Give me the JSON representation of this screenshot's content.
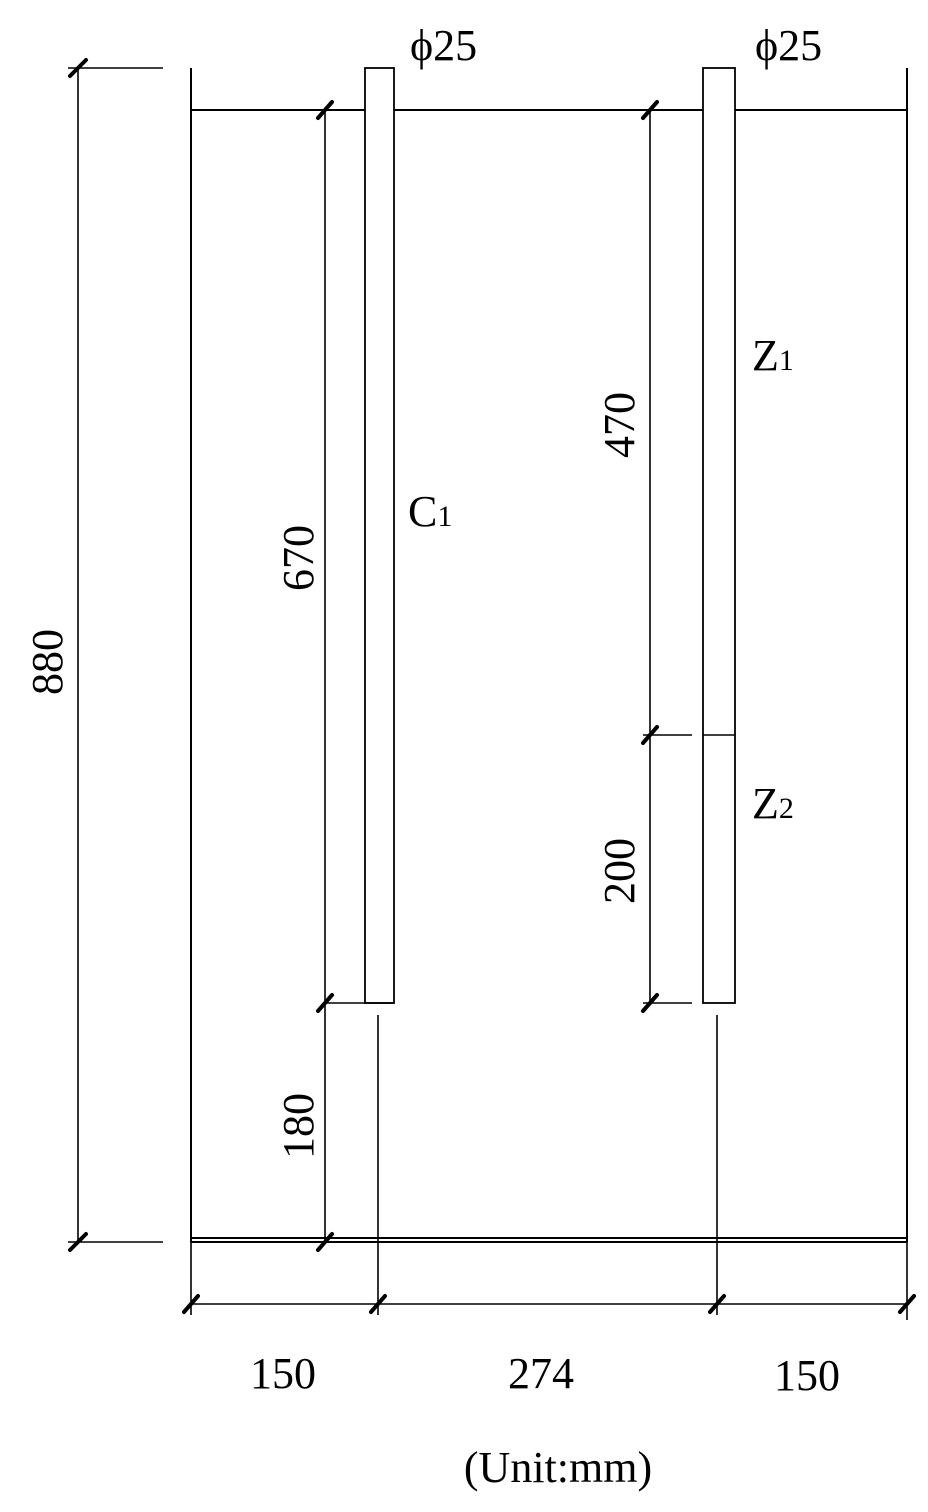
{
  "rebars": {
    "left": {
      "diameter_label": "ϕ25",
      "name_main": "C",
      "name_sub": "1"
    },
    "right": {
      "diameter_label": "ϕ25",
      "upper_main": "Z",
      "upper_sub": "1",
      "lower_main": "Z",
      "lower_sub": "2"
    }
  },
  "dimensions": {
    "total_height": "880",
    "left_bar_length": "670",
    "left_bar_cover": "180",
    "right_upper_length": "470",
    "right_lower_length": "200",
    "bottom_left": "150",
    "bottom_middle": "274",
    "bottom_right": "150"
  },
  "unit_note": "(Unit:mm)"
}
